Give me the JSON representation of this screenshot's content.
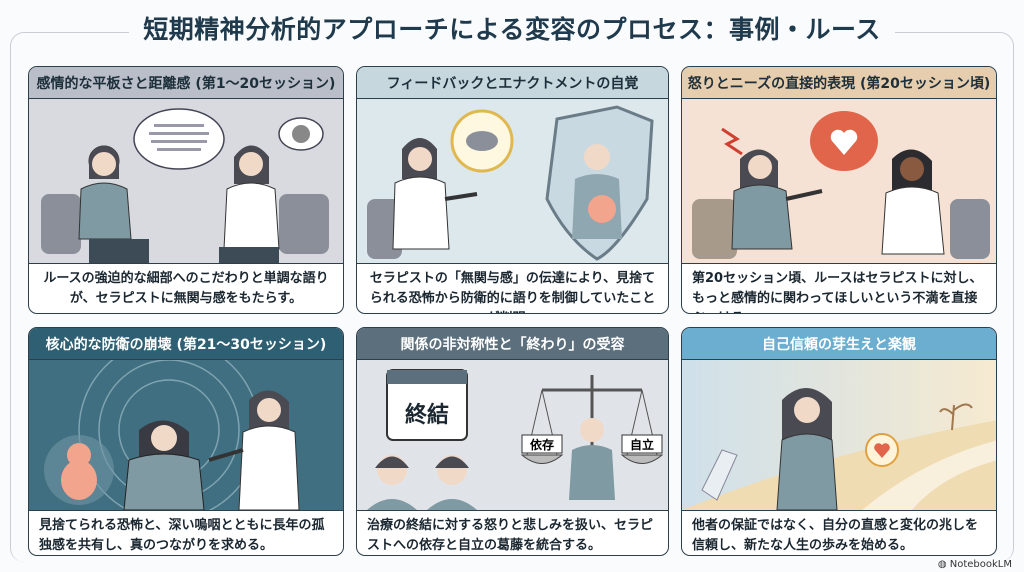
{
  "title": "短期精神分析的アプローチによる変容のプロセス：事例・ルース",
  "panels": [
    {
      "header": "感情的な平板さと距離感 (第1〜20セッション)",
      "caption": "ルースの強迫的な細部へのこだわりと単調な語りが、セラピストに無関与感をもたらす。",
      "header_color": "#b9bec8",
      "bg": "#d8dae0"
    },
    {
      "header": "フィードバックとエナクトメントの自覚",
      "caption": "セラピストの「無関与感」の伝達により、見捨てられる恐怖から防衛的に語りを制御していたことが判明。",
      "header_color": "#c6d7de",
      "bg": "#dde8ec"
    },
    {
      "header": "怒りとニーズの直接的表現 (第20セッション頃)",
      "caption": "第20セッション頃、ルースはセラピストに対し、もっと感情的に関わってほしいという不満を直接ぶつける。",
      "header_color": "#e6cdad",
      "bg": "#f6e2d4"
    },
    {
      "header": "核心的な防衛の崩壊 (第21〜30セッション)",
      "caption": "見捨てられる恐怖と、深い嗚咽とともに長年の孤独感を共有し、真のつながりを求める。",
      "header_color": "#2f5f73",
      "bg": "#3f6f80"
    },
    {
      "header": "関係の非対称性と「終わり」の受容",
      "caption": "治療の終結に対する怒りと悲しみを扱い、セラピストへの依存と自立の葛藤を統合する。",
      "header_color": "#5b6f7d",
      "bg": "#e0e4e9"
    },
    {
      "header": "自己信頼の芽生えと楽観",
      "caption": "他者の保証ではなく、自分の直感と変化の兆しを信頼し、新たな人生の歩みを始める。",
      "header_color": "#6caed0",
      "bg": "#f2e6cf"
    }
  ],
  "illustration_labels": {
    "calendar": "終結",
    "scale_left": "依存",
    "scale_right": "自立"
  },
  "watermark": "NotebookLM"
}
